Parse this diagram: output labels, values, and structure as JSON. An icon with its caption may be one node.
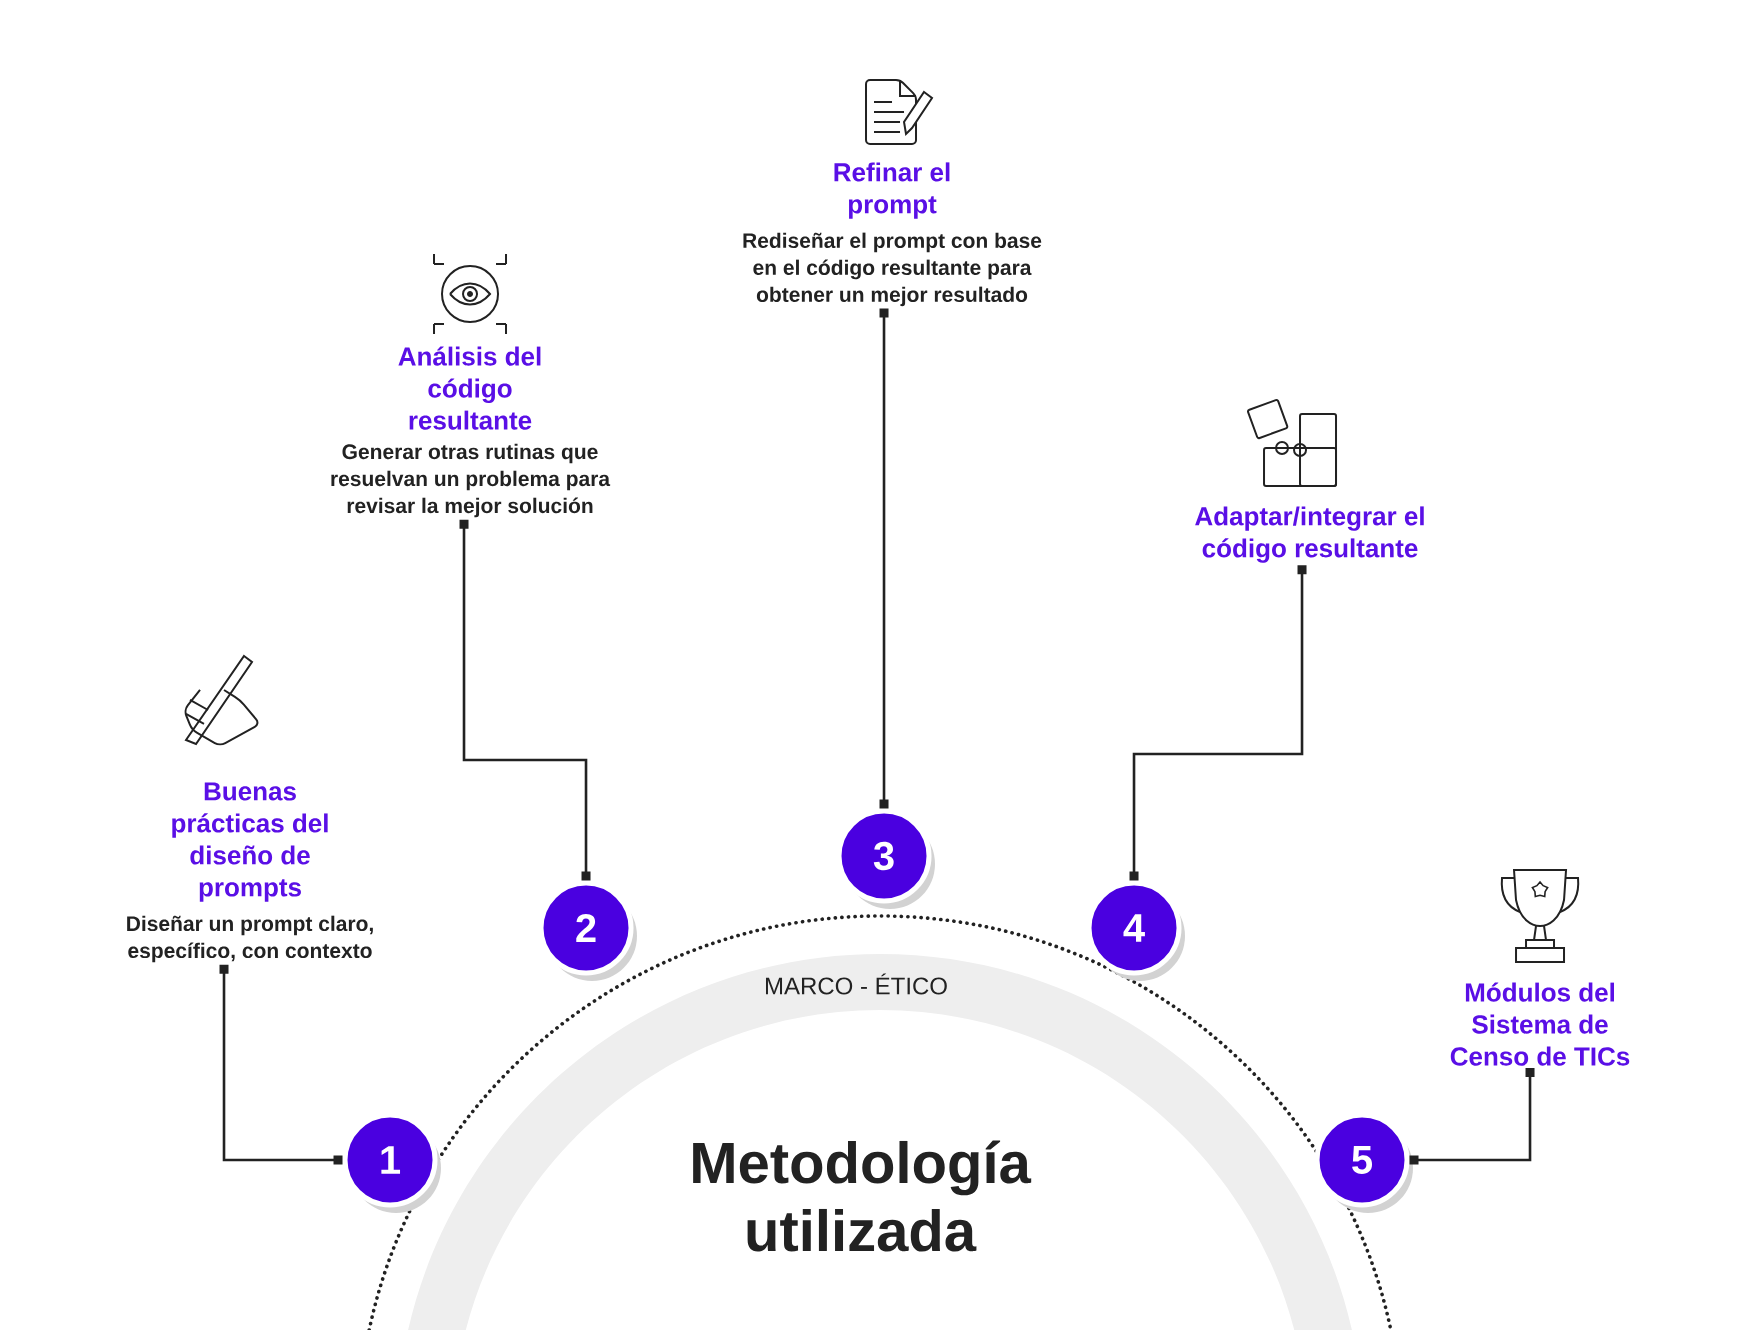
{
  "diagram": {
    "nodes": [
      {
        "text": [
          "Metodología utilizada"
        ]
      },
      {
        "text": [
          "1"
        ]
      },
      {
        "text": [
          "2"
        ]
      },
      {
        "text": [
          "3"
        ]
      },
      {
        "text": [
          "4"
        ]
      },
      {
        "text": [
          "5"
        ]
      },
      {
        "text": [
          "Buenas prácticas del diseño de prompts",
          "Diseñar un prompt claro, específico, con contexto"
        ]
      },
      {
        "text": [
          "Análisis del código resultante",
          "Generar otras rutinas que resuelvan un problema para revisar la mejor solución"
        ]
      },
      {
        "text": [
          "Refinar el prompt",
          "Rediseñar el prompt con base en el código resultante para obtener un mejor resultado"
        ]
      },
      {
        "text": [
          "Adaptar/integrar el código resultante"
        ]
      },
      {
        "text": [
          "Módulos del Sistema de Censo de TICs"
        ]
      }
    ],
    "edges": [
      {
        "from": 6,
        "to": 1,
        "arrow": "other"
      },
      {
        "from": 7,
        "to": 2,
        "arrow": "other"
      },
      {
        "from": 8,
        "to": 3,
        "arrow": "other"
      },
      {
        "from": 9,
        "to": 4,
        "arrow": "other"
      },
      {
        "from": 10,
        "to": 5,
        "arrow": "other"
      }
    ],
    "labels": [
      "MARCO - ÉTICO"
    ]
  }
}
